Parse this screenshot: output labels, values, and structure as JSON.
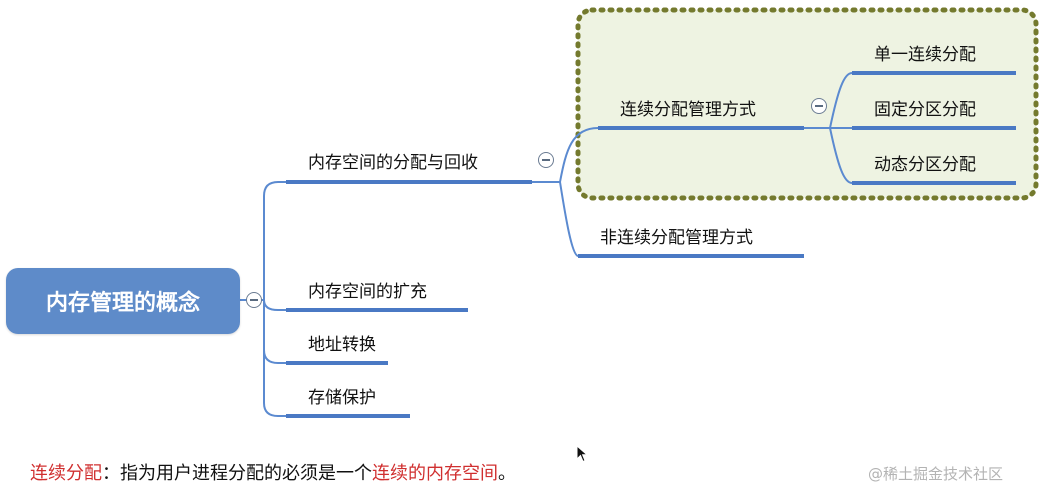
{
  "mindmap": {
    "root": "内存管理的概念",
    "branches": [
      "内存空间的分配与回收",
      "内存空间的扩充",
      "地址转换",
      "存储保护"
    ],
    "allocation_methods": [
      "连续分配管理方式",
      "非连续分配管理方式"
    ],
    "continuous_types": [
      "单一连续分配",
      "固定分区分配",
      "动态分区分配"
    ]
  },
  "caption": {
    "term": "连续分配",
    "colon": "：",
    "text_before": "指为用户进程分配的必须是一个",
    "highlight": "连续的内存空间",
    "end": "。"
  },
  "watermark": "@稀土掘金技术社区",
  "colors": {
    "root_fill": "#5e8bc9",
    "connector": "#5b8ad0",
    "underline": "#4a79c4",
    "highlight_box_fill": "#eef3e2",
    "highlight_box_border": "#747a2e",
    "caption_highlight": "#d02f2f"
  }
}
